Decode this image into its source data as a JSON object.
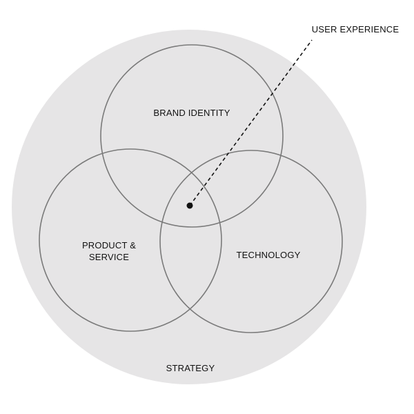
{
  "diagram": {
    "outer_label": "STRATEGY",
    "circles": {
      "brand": "BRAND IDENTITY",
      "product_line1": "PRODUCT &",
      "product_line2": "SERVICE",
      "technology": "TECHNOLOGY"
    },
    "callout": "USER EXPERIENCE"
  },
  "colors": {
    "outer_fill": "#e6e5e6",
    "circle_stroke": "#7a7a7a",
    "text": "#111111",
    "pointer": "#111111"
  }
}
